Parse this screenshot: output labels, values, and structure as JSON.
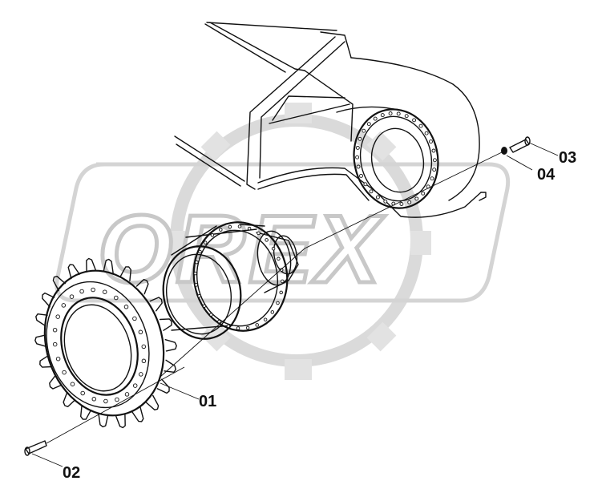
{
  "watermark": {
    "text": "OREX",
    "color": "#d8d8d8"
  },
  "callouts": [
    {
      "id": "01",
      "label": "01"
    },
    {
      "id": "02",
      "label": "02"
    },
    {
      "id": "03",
      "label": "03"
    },
    {
      "id": "04",
      "label": "04"
    }
  ],
  "colors": {
    "line": "#111111",
    "background": "#ffffff"
  }
}
